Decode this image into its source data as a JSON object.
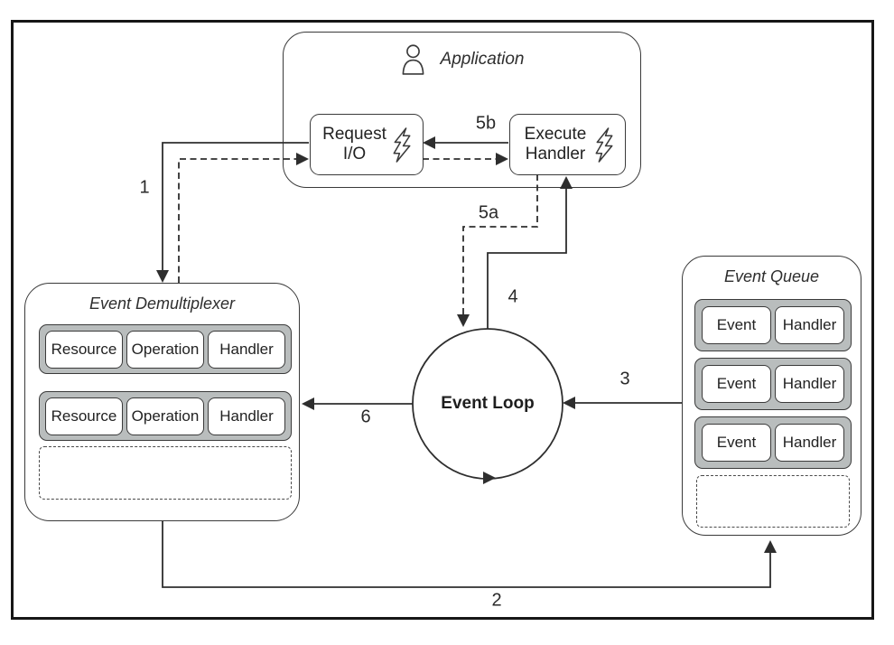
{
  "colors": {
    "stroke": "#2e2e2e",
    "box_border": "#3a3a3a",
    "row_fill": "#b9bdbd",
    "frame": "#161616",
    "background": "#ffffff"
  },
  "application": {
    "title": "Application",
    "person_icon": "person-icon",
    "request_io": {
      "line1": "Request",
      "line2": "I/O",
      "icon": "lightning-icon"
    },
    "execute_handler": {
      "line1": "Execute",
      "line2": "Handler",
      "icon": "lightning-icon"
    }
  },
  "event_demultiplexer": {
    "title": "Event Demultiplexer",
    "rows": [
      {
        "cells": [
          "Resource",
          "Operation",
          "Handler"
        ]
      },
      {
        "cells": [
          "Resource",
          "Operation",
          "Handler"
        ]
      }
    ]
  },
  "event_queue": {
    "title": "Event Queue",
    "rows": [
      {
        "cells": [
          "Event",
          "Handler"
        ]
      },
      {
        "cells": [
          "Event",
          "Handler"
        ]
      },
      {
        "cells": [
          "Event",
          "Handler"
        ]
      }
    ]
  },
  "event_loop": {
    "label": "Event Loop"
  },
  "step_labels": {
    "s1": "1",
    "s2": "2",
    "s3": "3",
    "s4": "4",
    "s5a": "5a",
    "s5b": "5b",
    "s6": "6"
  }
}
